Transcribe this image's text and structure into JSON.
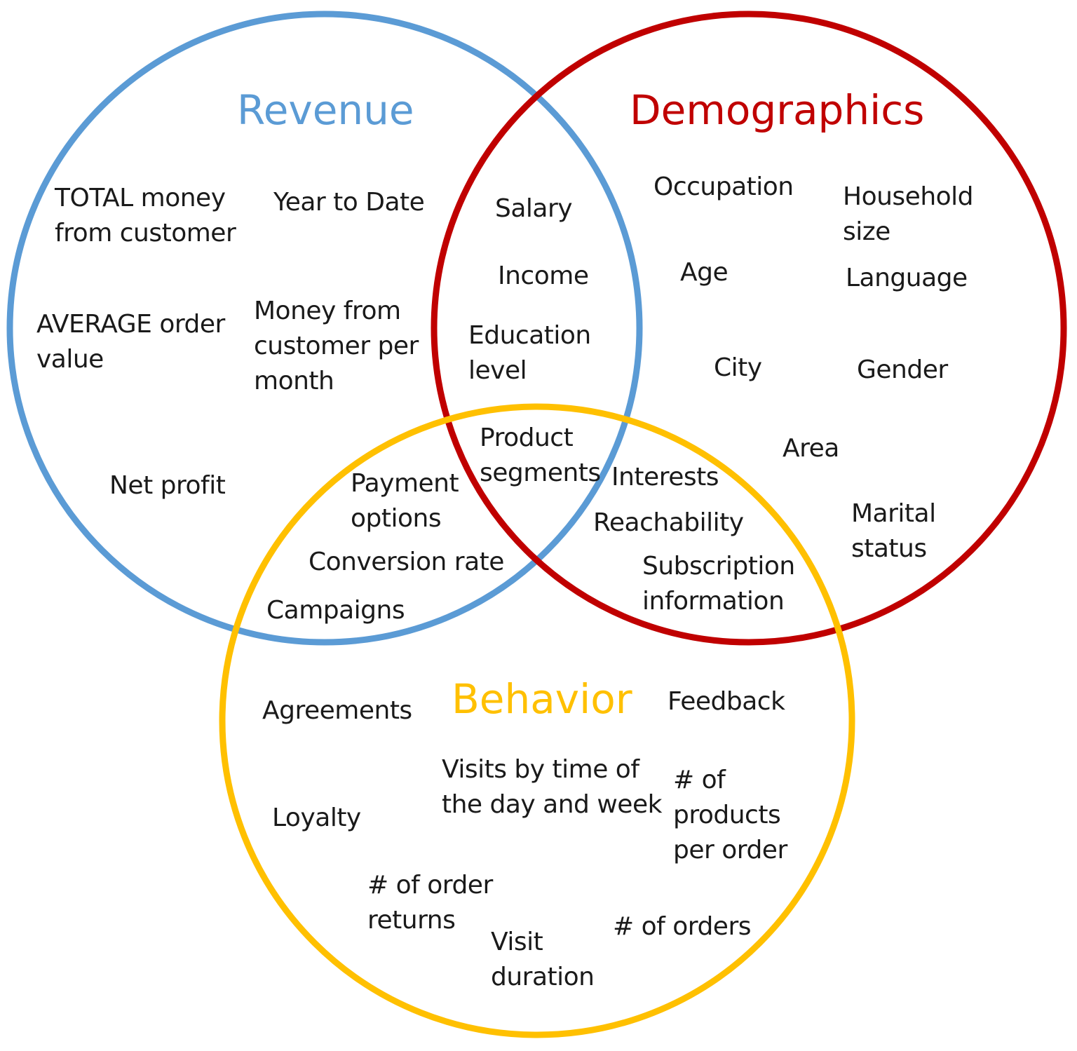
{
  "colors": {
    "revenue": "#5b9bd5",
    "demographics": "#c00000",
    "behavior": "#ffc000",
    "text": "#1a1a1a"
  },
  "sets": {
    "revenue": {
      "title": "Revenue"
    },
    "demographics": {
      "title": "Demographics"
    },
    "behavior": {
      "title": "Behavior"
    }
  },
  "items": {
    "total_money": "TOTAL money\nfrom customer",
    "year_to_date": "Year to Date",
    "average_order_value": "AVERAGE order\nvalue",
    "money_per_month": "Money from\ncustomer per\nmonth",
    "net_profit": "Net profit",
    "salary": "Salary",
    "income": "Income",
    "education_level": "Education\nlevel",
    "occupation": "Occupation",
    "household_size": "Household\nsize",
    "age": "Age",
    "language": "Language",
    "city": "City",
    "gender": "Gender",
    "area": "Area",
    "marital_status": "Marital\nstatus",
    "product_segments": "Product\nsegments",
    "payment_options": "Payment\noptions",
    "conversion_rate": "Conversion rate",
    "campaigns": "Campaigns",
    "interests": "Interests",
    "reachability": "Reachability",
    "subscription_information": "Subscription\ninformation",
    "agreements": "Agreements",
    "feedback": "Feedback",
    "visits_by_time": "Visits by time of\nthe day and week",
    "loyalty": "Loyalty",
    "products_per_order": "# of\nproducts\nper order",
    "order_returns": "# of order\nreturns",
    "visit_duration": "Visit\nduration",
    "num_orders": "# of orders"
  }
}
